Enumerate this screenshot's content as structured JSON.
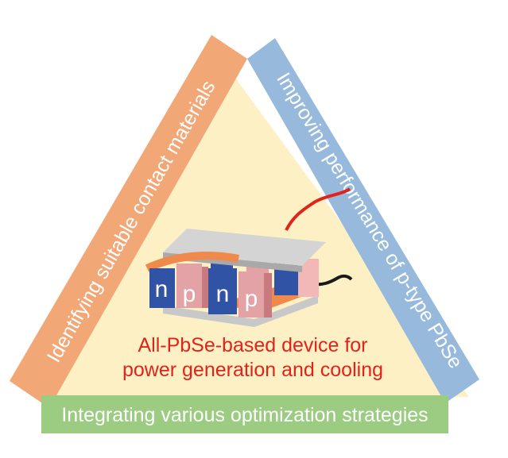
{
  "diagram": {
    "left_side_label": "Identifying suitable contact materials",
    "right_side_label": "Improving performance of p-type PbSe",
    "bottom_label": "Integrating various optimization strategies",
    "center_line1": "All-PbSe-based device for",
    "center_line2": "power generation and cooling",
    "legs": [
      "n",
      "p",
      "n",
      "p"
    ],
    "colors": {
      "triangle_fill": "#fdf0c4",
      "left_band": "#f2a777",
      "right_band": "#97b9dc",
      "bottom_band": "#9ccb82",
      "center_text": "#e0231b",
      "n_leg": "#3153a6",
      "p_leg": "#e3a3a6",
      "plate": "#d2d2d2",
      "electrode": "#f08a4c"
    }
  }
}
